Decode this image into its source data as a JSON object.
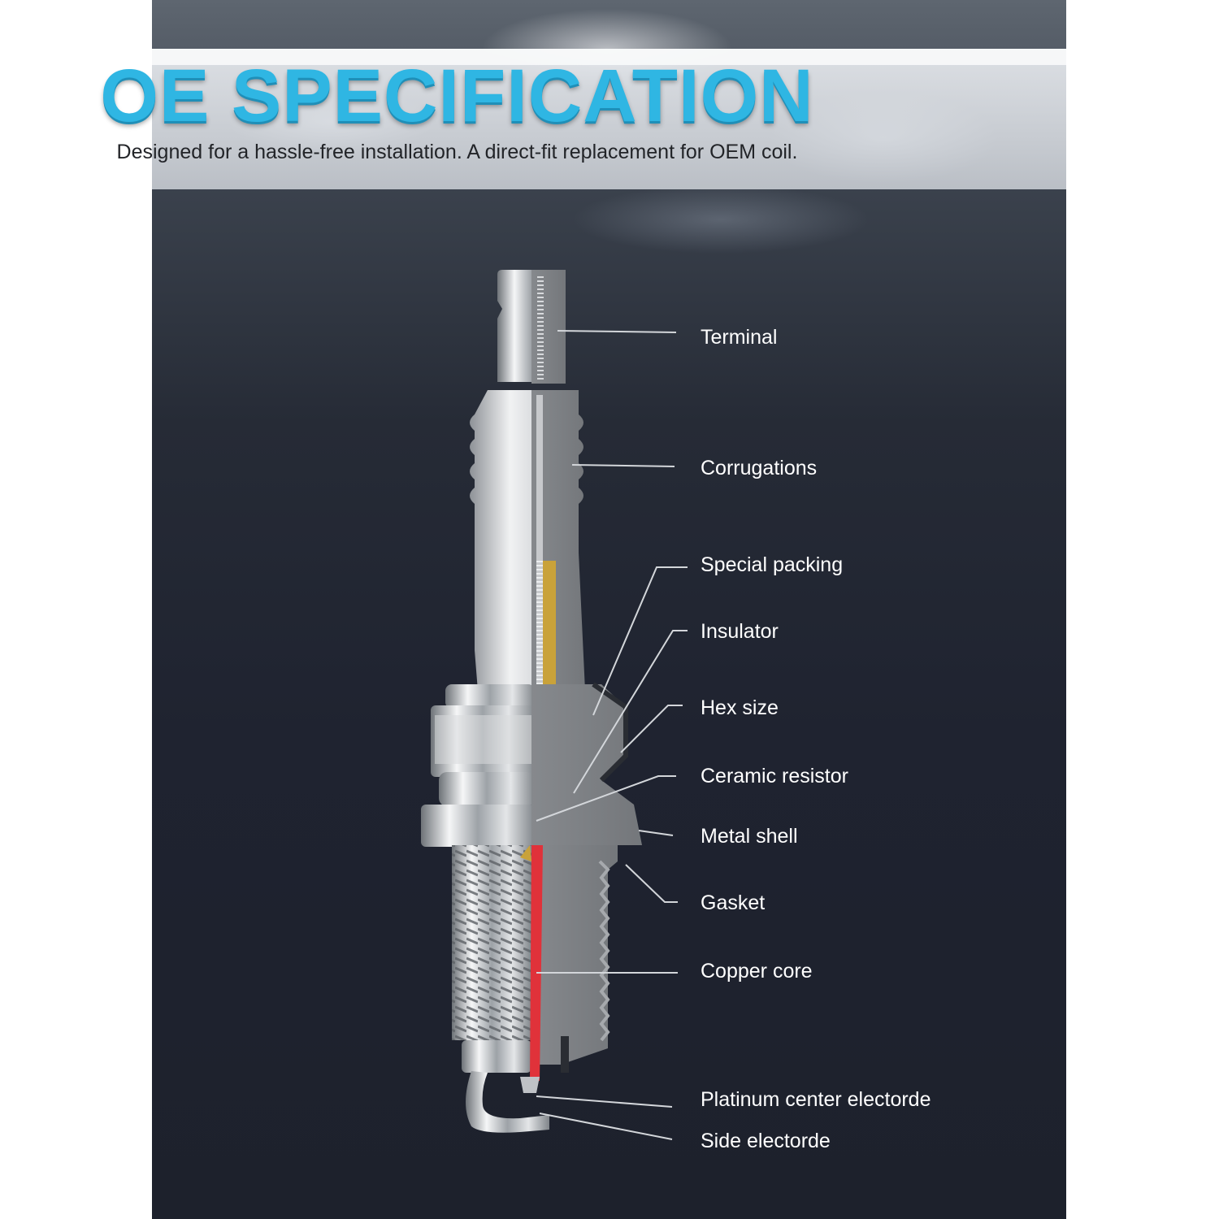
{
  "header": {
    "title": "OE SPECIFICATION",
    "subtitle": "Designed for a hassle-free installation. A direct-fit replacement for OEM coil."
  },
  "parts": [
    {
      "id": "terminal",
      "label": "Terminal"
    },
    {
      "id": "corrugations",
      "label": "Corrugations"
    },
    {
      "id": "special-packing",
      "label": "Special packing"
    },
    {
      "id": "insulator",
      "label": "Insulator"
    },
    {
      "id": "hex-size",
      "label": "Hex size"
    },
    {
      "id": "ceramic-resistor",
      "label": "Ceramic resistor"
    },
    {
      "id": "metal-shell",
      "label": "Metal shell"
    },
    {
      "id": "gasket",
      "label": "Gasket"
    },
    {
      "id": "copper-core",
      "label": "Copper core"
    },
    {
      "id": "platinum-center-electrode",
      "label": "Platinum center electorde"
    },
    {
      "id": "side-electrode",
      "label": "Side electorde"
    }
  ],
  "colors": {
    "title": "#2fb6e3",
    "label": "#ffffff",
    "background": "#1f2330",
    "copper_core": "#e0323a",
    "packing": "#c9a23a"
  }
}
